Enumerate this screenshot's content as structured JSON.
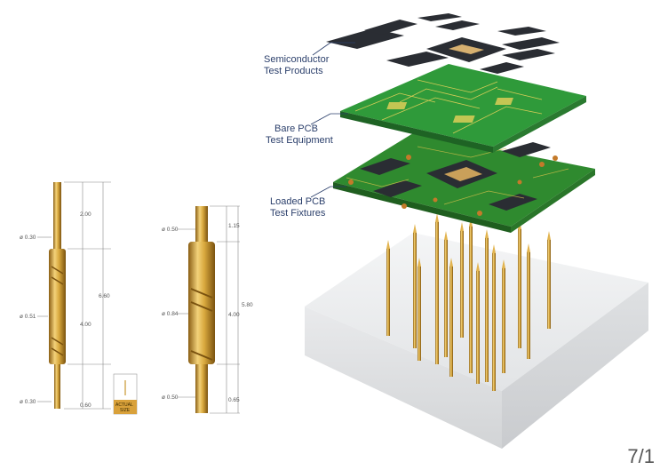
{
  "layer_labels": {
    "semiconductor_line1": "Semiconductor",
    "semiconductor_line2": "Test Products",
    "bare_line1": "Bare PCB",
    "bare_line2": "Test Equipment",
    "loaded_line1": "Loaded PCB",
    "loaded_line2": "Test Fixtures"
  },
  "probe_a": {
    "dia_top": "ø 0.30",
    "dia_mid": "ø 0.51",
    "dia_bottom": "ø 0.30",
    "len_top": "2.00",
    "len_total": "6.60",
    "len_mid": "4.00",
    "len_bottom": "0.60"
  },
  "actual_size": {
    "line1": "ACTUAL",
    "line2": "SIZE"
  },
  "probe_b": {
    "dia_top": "ø 0.50",
    "dia_mid": "ø 0.84",
    "dia_bottom": "ø 0.50",
    "len_top": "1.15",
    "len_total": "5.80",
    "len_mid": "4.00",
    "len_bottom": "0.65"
  },
  "page_number": "7/1",
  "colors": {
    "gold": "#c9972e",
    "pcb_green": "#2f8a2f",
    "label_blue": "#2b3f6b",
    "chip": "#2a2d33"
  }
}
